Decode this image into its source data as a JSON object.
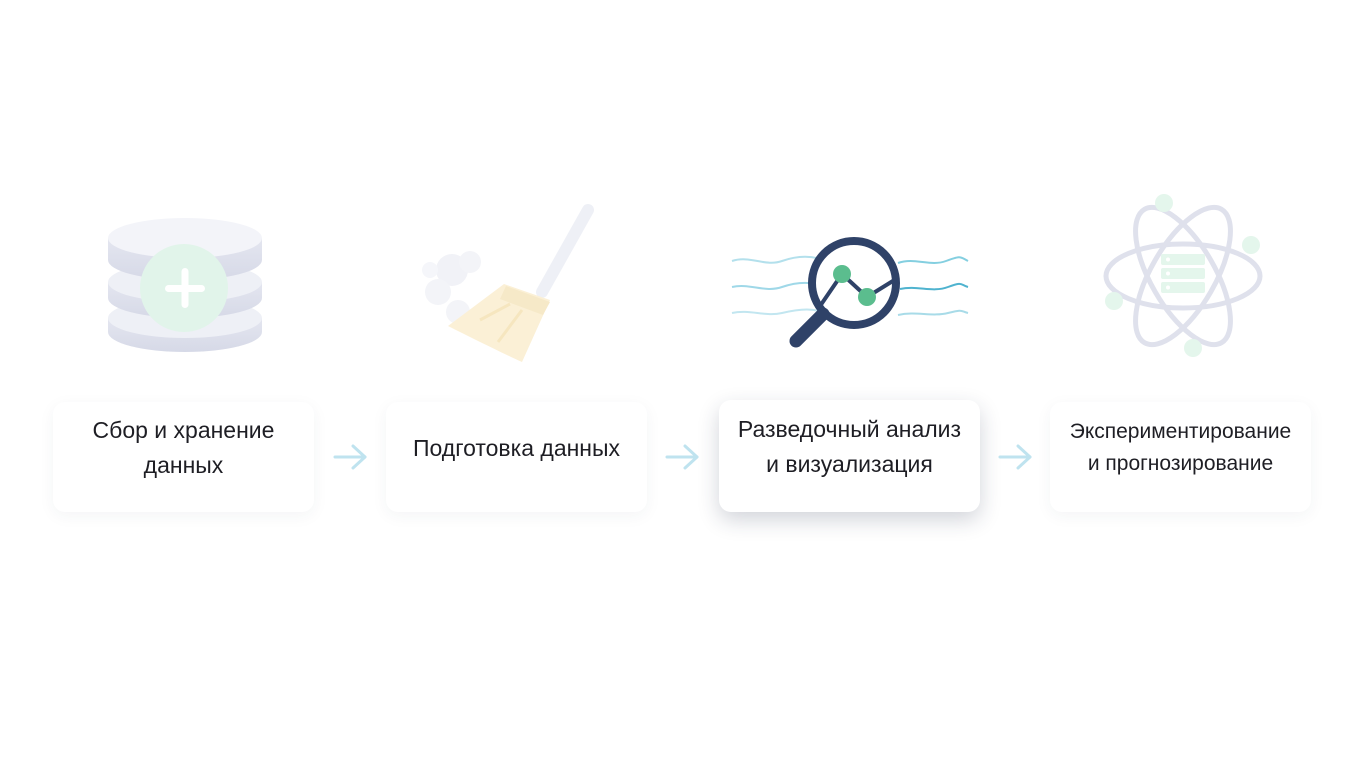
{
  "diagram": {
    "steps": [
      {
        "label": "Сбор и хранение\nданных",
        "icon": "database-add-icon",
        "active": false
      },
      {
        "label": "Подготовка данных",
        "icon": "broom-icon",
        "active": false
      },
      {
        "label": "Разведочный анализ\nи визуализация",
        "icon": "magnifier-chart-icon",
        "active": true
      },
      {
        "label": "Экспериментирование\nи прогнозирование",
        "icon": "atom-icon",
        "active": false
      }
    ],
    "colors": {
      "accent": "#2f4268",
      "highlight": "#5bbd8e",
      "wave": "#4fb3cf",
      "arrow": "#bfe3ef",
      "faded_gray": "#dfe1ec",
      "faded_green": "#e4f6ec",
      "faded_yellow": "#fbf0d6",
      "text": "#1e1e24"
    }
  }
}
